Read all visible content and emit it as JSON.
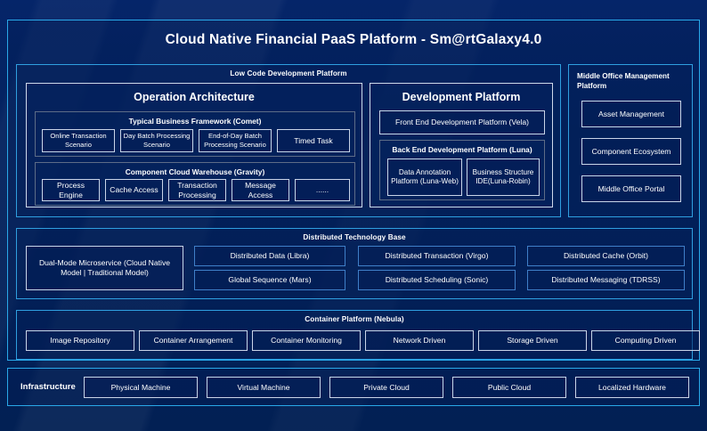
{
  "page": {
    "title": "Cloud Native Financial PaaS Platform - Sm@rtGalaxy4.0",
    "accent_color": "#29a8e8",
    "background_color": "#022054",
    "text_color": "#ffffff"
  },
  "low_code": {
    "title": "Low Code Development Platform",
    "operation_architecture": {
      "title": "Operation Architecture",
      "typical_business_framework": {
        "title": "Typical Business Framework (Comet)",
        "items": [
          "Online Transaction Scenario",
          "Day Batch Processing Scenario",
          "End-of-Day Batch Processing Scenario",
          "Timed Task"
        ]
      },
      "component_cloud_warehouse": {
        "title": "Component Cloud Warehouse (Gravity)",
        "items": [
          "Process Engine",
          "Cache Access",
          "Transaction Processing",
          "Message Access",
          "......"
        ]
      }
    },
    "development_platform": {
      "title": "Development Platform",
      "front_end": "Front End Development Platform (Vela)",
      "back_end": {
        "title": "Back End Development Platform (Luna)",
        "items": [
          "Data Annotation Platform (Luna-Web)",
          "Business Structure IDE(Luna-Robin)"
        ]
      }
    }
  },
  "middle_office": {
    "title": "Middle Office Management Platform",
    "items": [
      "Asset Management",
      "Component Ecosystem",
      "Middle Office Portal"
    ]
  },
  "distributed_base": {
    "title": "Distributed Technology Base",
    "primary": "Dual-Mode Microservice (Cloud Native Model | Traditional Model)",
    "row_top": [
      "Distributed Data (Libra)",
      "Distributed Transaction (Virgo)",
      "Distributed Cache (Orbit)"
    ],
    "row_bottom": [
      "Global Sequence (Mars)",
      "Distributed Scheduling (Sonic)",
      "Distributed Messaging (TDRSS)"
    ]
  },
  "container_platform": {
    "title": "Container Platform (Nebula)",
    "items": [
      "Image Repository",
      "Container Arrangement",
      "Container Monitoring",
      "Network Driven",
      "Storage Driven",
      "Computing Driven"
    ]
  },
  "infrastructure": {
    "label": "Infrastructure",
    "items": [
      "Physical Machine",
      "Virtual Machine",
      "Private Cloud",
      "Public Cloud",
      "Localized Hardware"
    ]
  }
}
